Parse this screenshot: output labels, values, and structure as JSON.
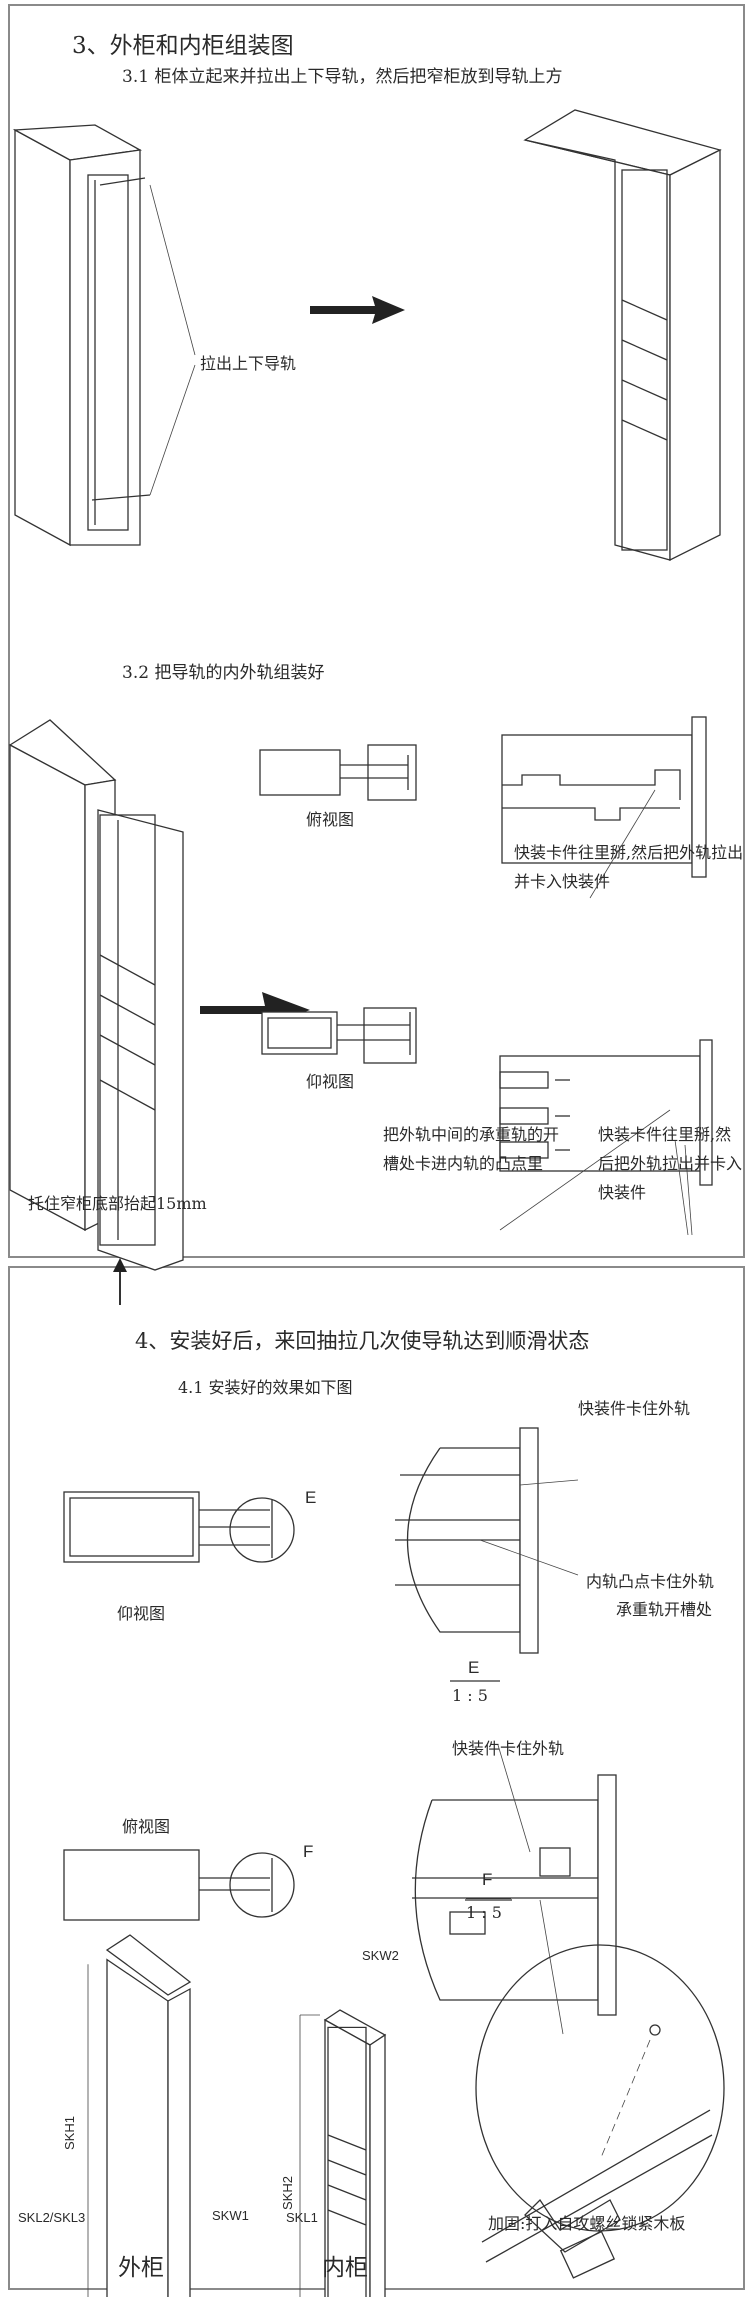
{
  "section3": {
    "title": "3、外柜和内柜组装图",
    "step31": {
      "title": "3.1 柜体立起来并拉出上下导轨，然后把窄柜放到导轨上方",
      "callout": "拉出上下导轨"
    },
    "step32": {
      "title": "3.2 把导轨的内外轨组装好",
      "top_view_label": "俯视图",
      "bottom_view_label": "仰视图",
      "note_top": "快装卡件往里掰,然后把外轨拉出并卡入快装件",
      "note_middle": "把外轨中间的承重轨的开槽处卡进内轨的凸点里",
      "note_right": "快装卡件往里掰,然后把外轨拉出并卡入快装件",
      "lift_note": "托住窄柜底部抬起15mm"
    }
  },
  "section4": {
    "title": "4、安装好后，来回抽拉几次使导轨达到顺滑状态",
    "step41": {
      "title": "4.1 安装好的效果如下图",
      "detail_e": {
        "marker": "E",
        "view_label": "仰视图",
        "callout_1": "快装件卡住外轨",
        "callout_2a": "内轨凸点卡住外轨",
        "callout_2b": "承重轨开槽处",
        "scale_label": "E",
        "scale": "1 : 5"
      },
      "detail_f": {
        "marker": "F",
        "view_label": "俯视图",
        "callout": "快装件卡住外轨",
        "scale_label": "F",
        "scale": "1 : 5"
      },
      "reinforce_note": "加固:打入自攻螺丝锁紧木板",
      "outer_cabinet": {
        "label": "外柜",
        "dims": {
          "height": "SKH1",
          "length": "SKL2/SKL3",
          "width": "SKW1"
        }
      },
      "inner_cabinet": {
        "label": "内柜",
        "dims": {
          "height": "SKH2",
          "length": "SKL1",
          "width": "SKW2"
        }
      }
    }
  },
  "colors": {
    "border": "#8a8a8a",
    "ink": "#2a2a2a",
    "background": "#ffffff"
  }
}
